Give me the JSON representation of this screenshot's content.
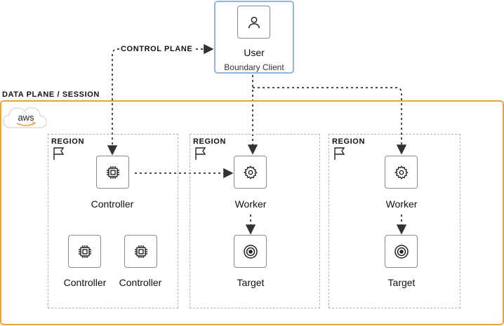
{
  "control_plane_label": "CONTROL PLANE",
  "data_plane_label": "DATA PLANE / SESSION",
  "aws_logo_text": "aws",
  "user": {
    "title": "User",
    "subtitle": "Boundary Client",
    "icon": "user-icon"
  },
  "regions": [
    {
      "label": "REGION",
      "nodes": [
        {
          "label": "Controller",
          "icon": "cpu-chip-icon"
        },
        {
          "label": "Controller",
          "icon": "cpu-chip-icon"
        },
        {
          "label": "Controller",
          "icon": "cpu-chip-icon"
        }
      ]
    },
    {
      "label": "REGION",
      "nodes": [
        {
          "label": "Worker",
          "icon": "gear-icon"
        },
        {
          "label": "Target",
          "icon": "target-icon"
        }
      ]
    },
    {
      "label": "REGION",
      "nodes": [
        {
          "label": "Worker",
          "icon": "gear-icon"
        },
        {
          "label": "Target",
          "icon": "target-icon"
        }
      ]
    }
  ],
  "colors": {
    "user_border": "#8fb3ea",
    "aws_border": "#f0a23a",
    "region_border": "#b4b4b4",
    "connector": "#333333"
  }
}
